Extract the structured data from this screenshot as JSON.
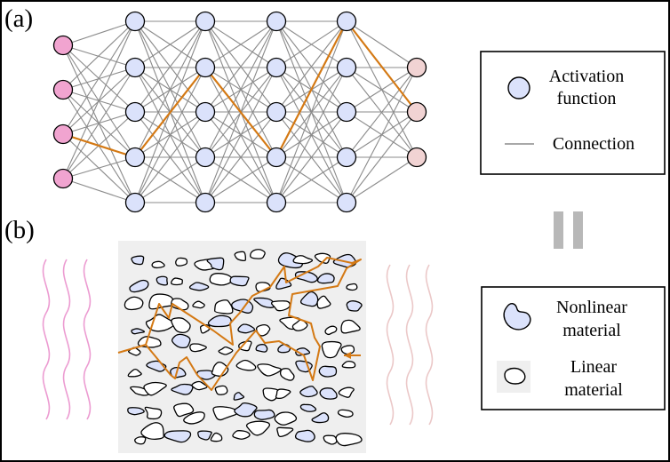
{
  "panel_a_label": "(a)",
  "panel_b_label": "(b)",
  "legend_a": {
    "activation_line1": "Activation",
    "activation_line2": "function",
    "connection": "Connection"
  },
  "legend_b": {
    "nonlinear_line1": "Nonlinear",
    "nonlinear_line2": "material",
    "linear_line1": "Linear",
    "linear_line2": "material"
  },
  "colors": {
    "node_hidden": "#dbe2fb",
    "node_input": "#f1a4d0",
    "node_output": "#f1d3d3",
    "connection_gray": "#8b8b8b",
    "highlight_path": "#d47914",
    "slab_bg": "#efefef",
    "nonlinear_fill": "#dbe2fb",
    "linear_fill": "#ffffff",
    "input_wave": "#ec9bd1",
    "output_wave": "#ebc8c8",
    "equivalence_bars": "#b8b8b8"
  }
}
